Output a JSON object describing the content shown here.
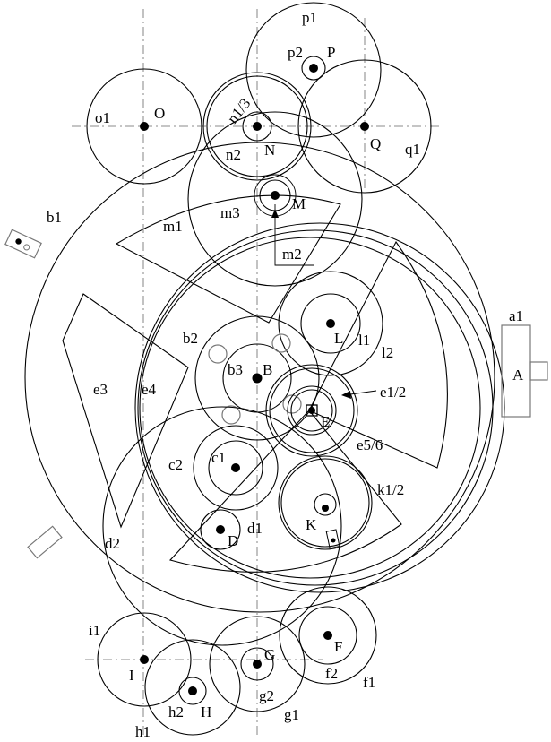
{
  "gears": {
    "o1": "o1",
    "O": "O",
    "p1": "p1",
    "p2": "p2",
    "P": "P",
    "n1_3": "n1/3",
    "n2": "n2",
    "N": "N",
    "Q": "Q",
    "q1": "q1",
    "b1": "b1",
    "m1": "m1",
    "m3": "m3",
    "M": "M",
    "m2": "m2",
    "a1": "a1",
    "A": "A",
    "L": "L",
    "l1": "l1",
    "l2": "l2",
    "b2": "b2",
    "b3": "b3",
    "B": "B",
    "e1_2": "e1/2",
    "E": "E",
    "e5_6": "e5/6",
    "e3": "e3",
    "e4": "e4",
    "c1": "c1",
    "c2": "c2",
    "k1_2": "k1/2",
    "K": "K",
    "d1": "d1",
    "D": "D",
    "d2": "d2",
    "i1": "i1",
    "I": "I",
    "G": "G",
    "g1": "g1",
    "g2": "g2",
    "F": "F",
    "f1": "f1",
    "f2": "f2",
    "h1": "h1",
    "h2": "h2",
    "H": "H"
  }
}
